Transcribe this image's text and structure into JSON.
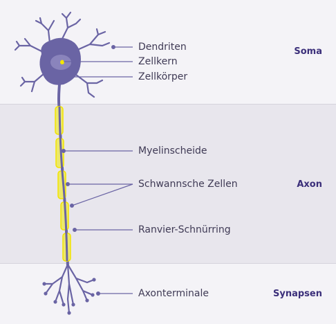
{
  "labels": {
    "dendrites": "Dendriten",
    "nucleus": "Zellkern",
    "cell_body": "Zellkörper",
    "myelin": "Myelinscheide",
    "schwann": "Schwannsche Zellen",
    "ranvier": "Ranvier-Schnürring",
    "terminals": "Axonterminale"
  },
  "sections": {
    "soma": "Soma",
    "axon": "Axon",
    "synapses": "Synapsen"
  },
  "colors": {
    "neuron": "#6a64a4",
    "myelin_fill": "#ece86a",
    "myelin_stroke": "#f2e400",
    "nucleus_dot": "#f5e600",
    "leader": "#6a64a4",
    "section_text": "#3b2f7a"
  }
}
